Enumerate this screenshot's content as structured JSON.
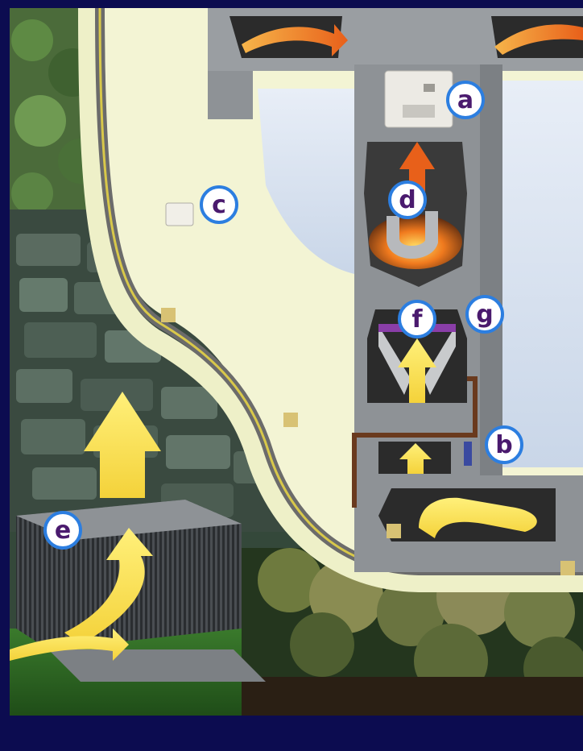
{
  "diagram": {
    "labels": [
      {
        "id": "a",
        "text": "a"
      },
      {
        "id": "b",
        "text": "b"
      },
      {
        "id": "c",
        "text": "c"
      },
      {
        "id": "d",
        "text": "d"
      },
      {
        "id": "e",
        "text": "e"
      },
      {
        "id": "f",
        "text": "f"
      },
      {
        "id": "g",
        "text": "g"
      }
    ],
    "colors": {
      "frame": "#0c0c50",
      "label_fill": "#ffffff",
      "label_ring": "#2c7ee0",
      "label_text": "#4a1a6e",
      "warm_air": "#f07a1e",
      "cool_air": "#f6e23a",
      "duct": "#8e9296",
      "wall_cream": "#f3f4d4",
      "window_blue": "#d9e4f2"
    }
  }
}
